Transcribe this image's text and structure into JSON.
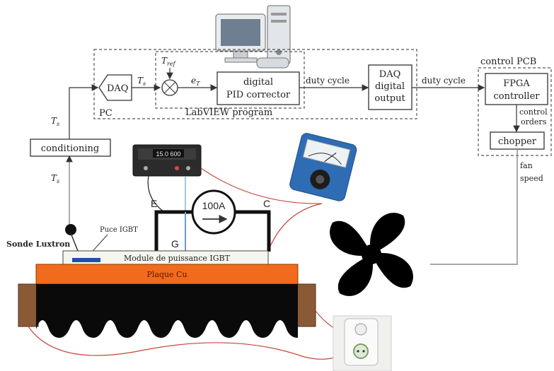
{
  "labels": {
    "pc": "PC",
    "daq": "DAQ",
    "ts": "T",
    "ts_sub": "s",
    "tref": "T",
    "tref_sub": "ref",
    "err": "e",
    "err_sub": "T",
    "pid_line1": "digital",
    "pid_line2": "PID corrector",
    "duty_cycle_1": "duty cycle",
    "daq_out_line1": "DAQ",
    "daq_out_line2": "digital",
    "daq_out_line3": "output",
    "duty_cycle_2": "duty cycle",
    "control_pcb": "control PCB",
    "fpga_line1": "FPGA",
    "fpga_line2": "controller",
    "control_orders_line1": "control",
    "control_orders_line2": "orders",
    "chopper": "chopper",
    "fan_speed_line1": "fan",
    "fan_speed_line2": "speed",
    "labview": "LabVIEW program",
    "conditioning": "conditioning",
    "ts_left_upper": "T",
    "ts_left_upper_sub": "s",
    "ts_left_lower": "T",
    "ts_left_lower_sub": "s",
    "sonde": "Sonde Luxtron",
    "puce": "Puce IGBT",
    "module": "Module de puissance IGBT",
    "plaque": "Plaque Cu",
    "e_label": "E",
    "g_label": "G",
    "c_label": "C",
    "current": "100A",
    "psu_display": "15.0 600"
  },
  "colors": {
    "copper_plate": "#f26a1b",
    "heatsink": "#0a0a0a",
    "heatsink_side": "#8a5a36",
    "wire_red": "#c8453a",
    "wire_blue": "#6b9bd1",
    "multimeter_body": "#2e6db4",
    "dashed_box": "#555555"
  }
}
